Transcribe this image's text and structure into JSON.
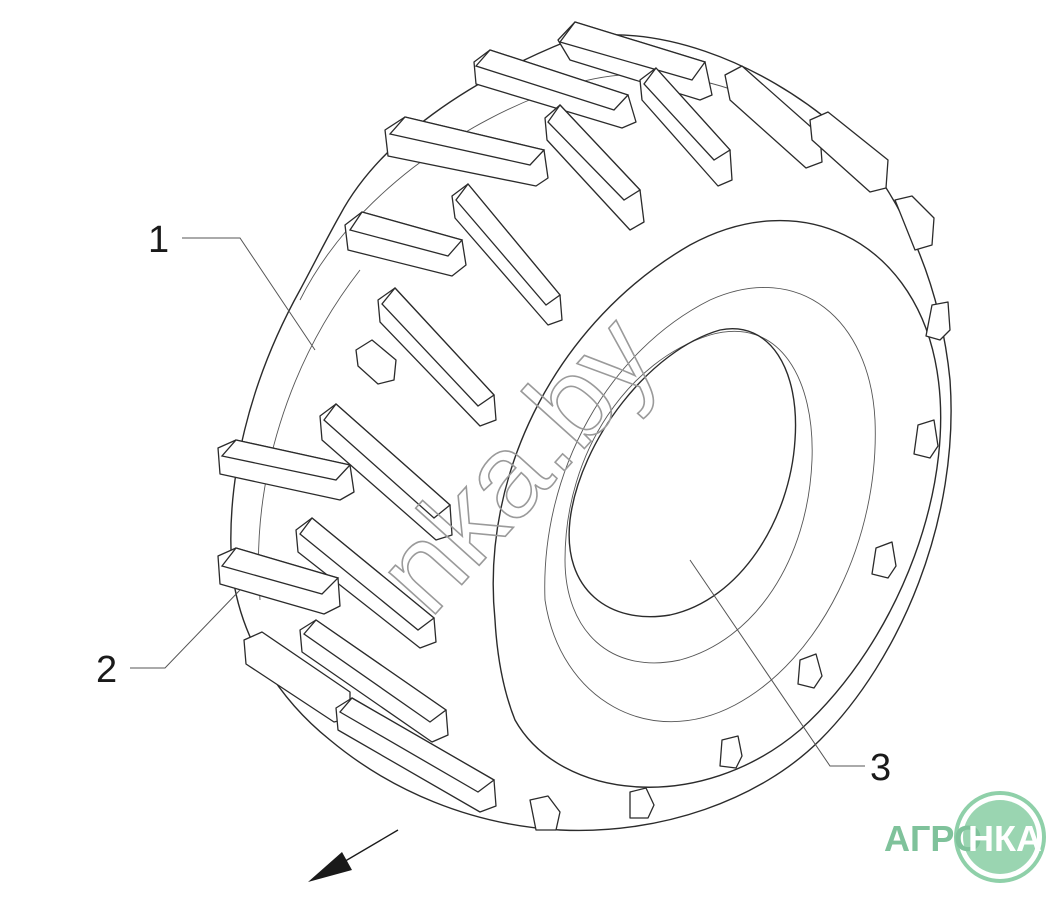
{
  "diagram": {
    "callouts": [
      {
        "id": "1",
        "label": "1"
      },
      {
        "id": "2",
        "label": "2"
      },
      {
        "id": "3",
        "label": "3"
      }
    ],
    "watermark_text": "nka.by",
    "logo": {
      "left_text": "АГРО",
      "right_text": "НКА",
      "color": "#7fc29b",
      "circle_color": "#8fd0a9"
    },
    "direction_arrow": "arrow-down-left-icon"
  }
}
